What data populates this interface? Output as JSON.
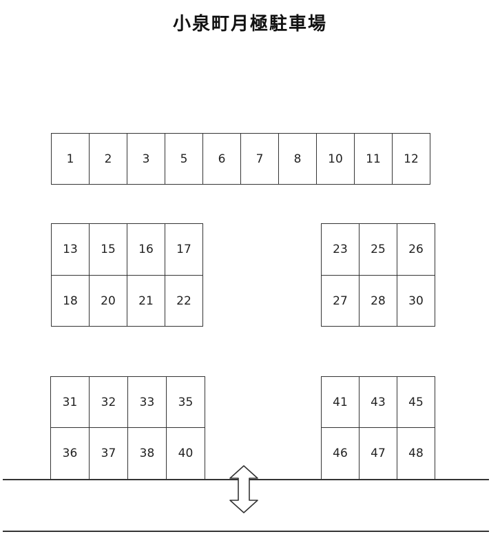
{
  "title": "小泉町月極駐車場",
  "blocks": [
    {
      "id": "top",
      "slots": [
        "1",
        "2",
        "3",
        "5",
        "6",
        "7",
        "8",
        "10",
        "11",
        "12"
      ]
    },
    {
      "id": "mid-left",
      "slots": [
        "13",
        "15",
        "16",
        "17",
        "18",
        "20",
        "21",
        "22"
      ]
    },
    {
      "id": "mid-right",
      "slots": [
        "23",
        "25",
        "26",
        "27",
        "28",
        "30"
      ]
    },
    {
      "id": "bot-left",
      "slots": [
        "31",
        "32",
        "33",
        "35",
        "36",
        "37",
        "38",
        "40"
      ]
    },
    {
      "id": "bot-right",
      "slots": [
        "41",
        "43",
        "45",
        "46",
        "47",
        "48"
      ]
    }
  ],
  "entrance_icon": "double-arrow-vertical-icon"
}
